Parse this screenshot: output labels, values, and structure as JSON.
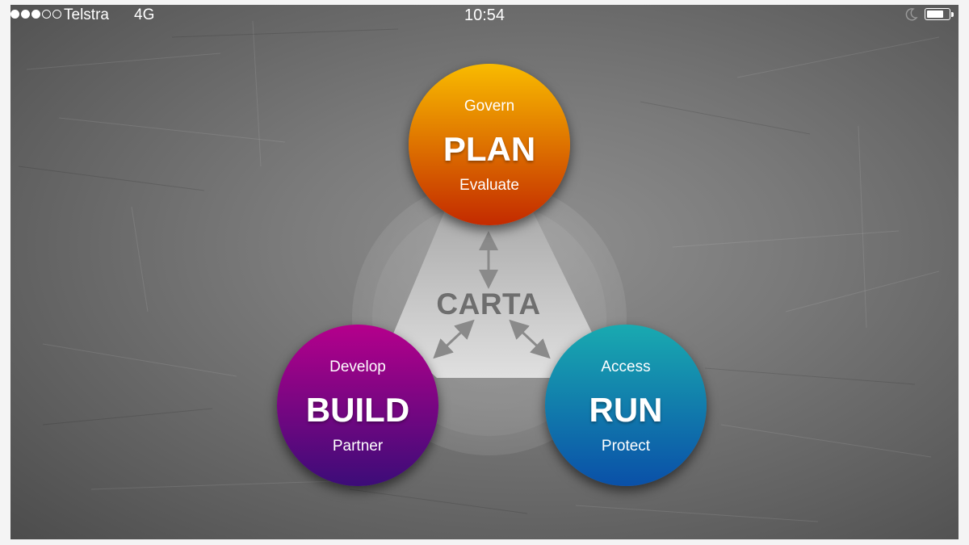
{
  "status_bar": {
    "carrier": "Telstra",
    "network": "4G",
    "time": "10:54",
    "signal_bars_filled": 3,
    "signal_bars_total": 5,
    "battery_level": 0.75,
    "icons": [
      "moon-icon",
      "battery-icon"
    ]
  },
  "diagram": {
    "center": "CARTA",
    "nodes": [
      {
        "id": "plan",
        "top": "Govern",
        "main": "PLAN",
        "bottom": "Evaluate",
        "colors": [
          "#f9bb00",
          "#c32a00"
        ]
      },
      {
        "id": "build",
        "top": "Develop",
        "main": "BUILD",
        "bottom": "Partner",
        "colors": [
          "#b5008c",
          "#3c0c78"
        ]
      },
      {
        "id": "run",
        "top": "Access",
        "main": "RUN",
        "bottom": "Protect",
        "colors": [
          "#19aab0",
          "#0a50a8"
        ]
      }
    ],
    "connectors": [
      "double-arrow-icon",
      "double-arrow-icon",
      "double-arrow-icon"
    ]
  }
}
